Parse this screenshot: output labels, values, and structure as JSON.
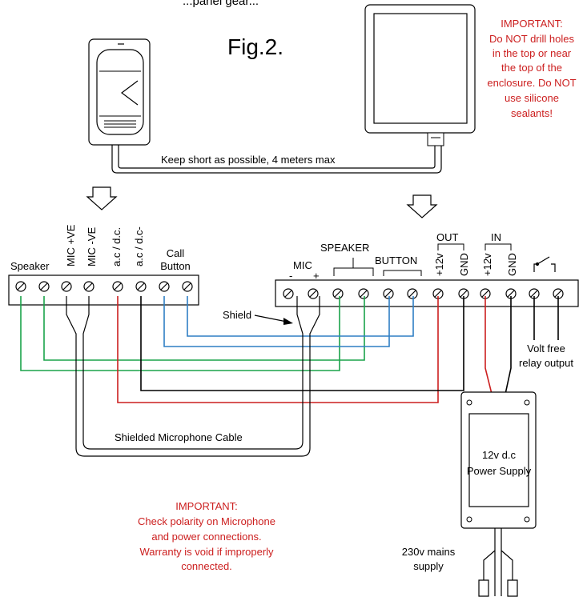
{
  "header_fragment": "...panel gear...",
  "figure_title": "Fig.2.",
  "cable_note": "Keep short as possible, 4 meters max",
  "important_top": {
    "heading": "IMPORTANT:",
    "lines": [
      "Do NOT drill holes",
      "in the top or near",
      "the top of the",
      "enclosure. Do NOT",
      "use silicone",
      "sealants!"
    ]
  },
  "left_terminals": {
    "labels": [
      "Speaker",
      "MIC +VE",
      "MIC -VE",
      "a.c / d.c.",
      "a.c / d.c-",
      "Call",
      "Button"
    ]
  },
  "right_terminals": {
    "labels": {
      "mic": "MIC",
      "minus": "-",
      "plus": "+",
      "speaker": "SPEAKER",
      "button": "BUTTON",
      "out": "OUT",
      "in": "IN",
      "out_12v": "+12v",
      "out_gnd": "GND",
      "in_12v": "+12v",
      "in_gnd": "GND"
    }
  },
  "shield_label": "Shield",
  "relay_label": [
    "Volt free",
    "relay output"
  ],
  "mic_cable_label": "Shielded Microphone Cable",
  "psu_label": [
    "12v d.c",
    "Power Supply"
  ],
  "mains_label": [
    "230v mains",
    "supply"
  ],
  "important_bottom": {
    "heading": "IMPORTANT:",
    "lines": [
      "Check polarity on Microphone",
      "and power connections.",
      "Warranty is void if improperly",
      "connected."
    ]
  },
  "colors": {
    "red": "#cc1f1f",
    "green": "#1aa34a",
    "blue": "#2f7fc4",
    "black": "#000000"
  }
}
